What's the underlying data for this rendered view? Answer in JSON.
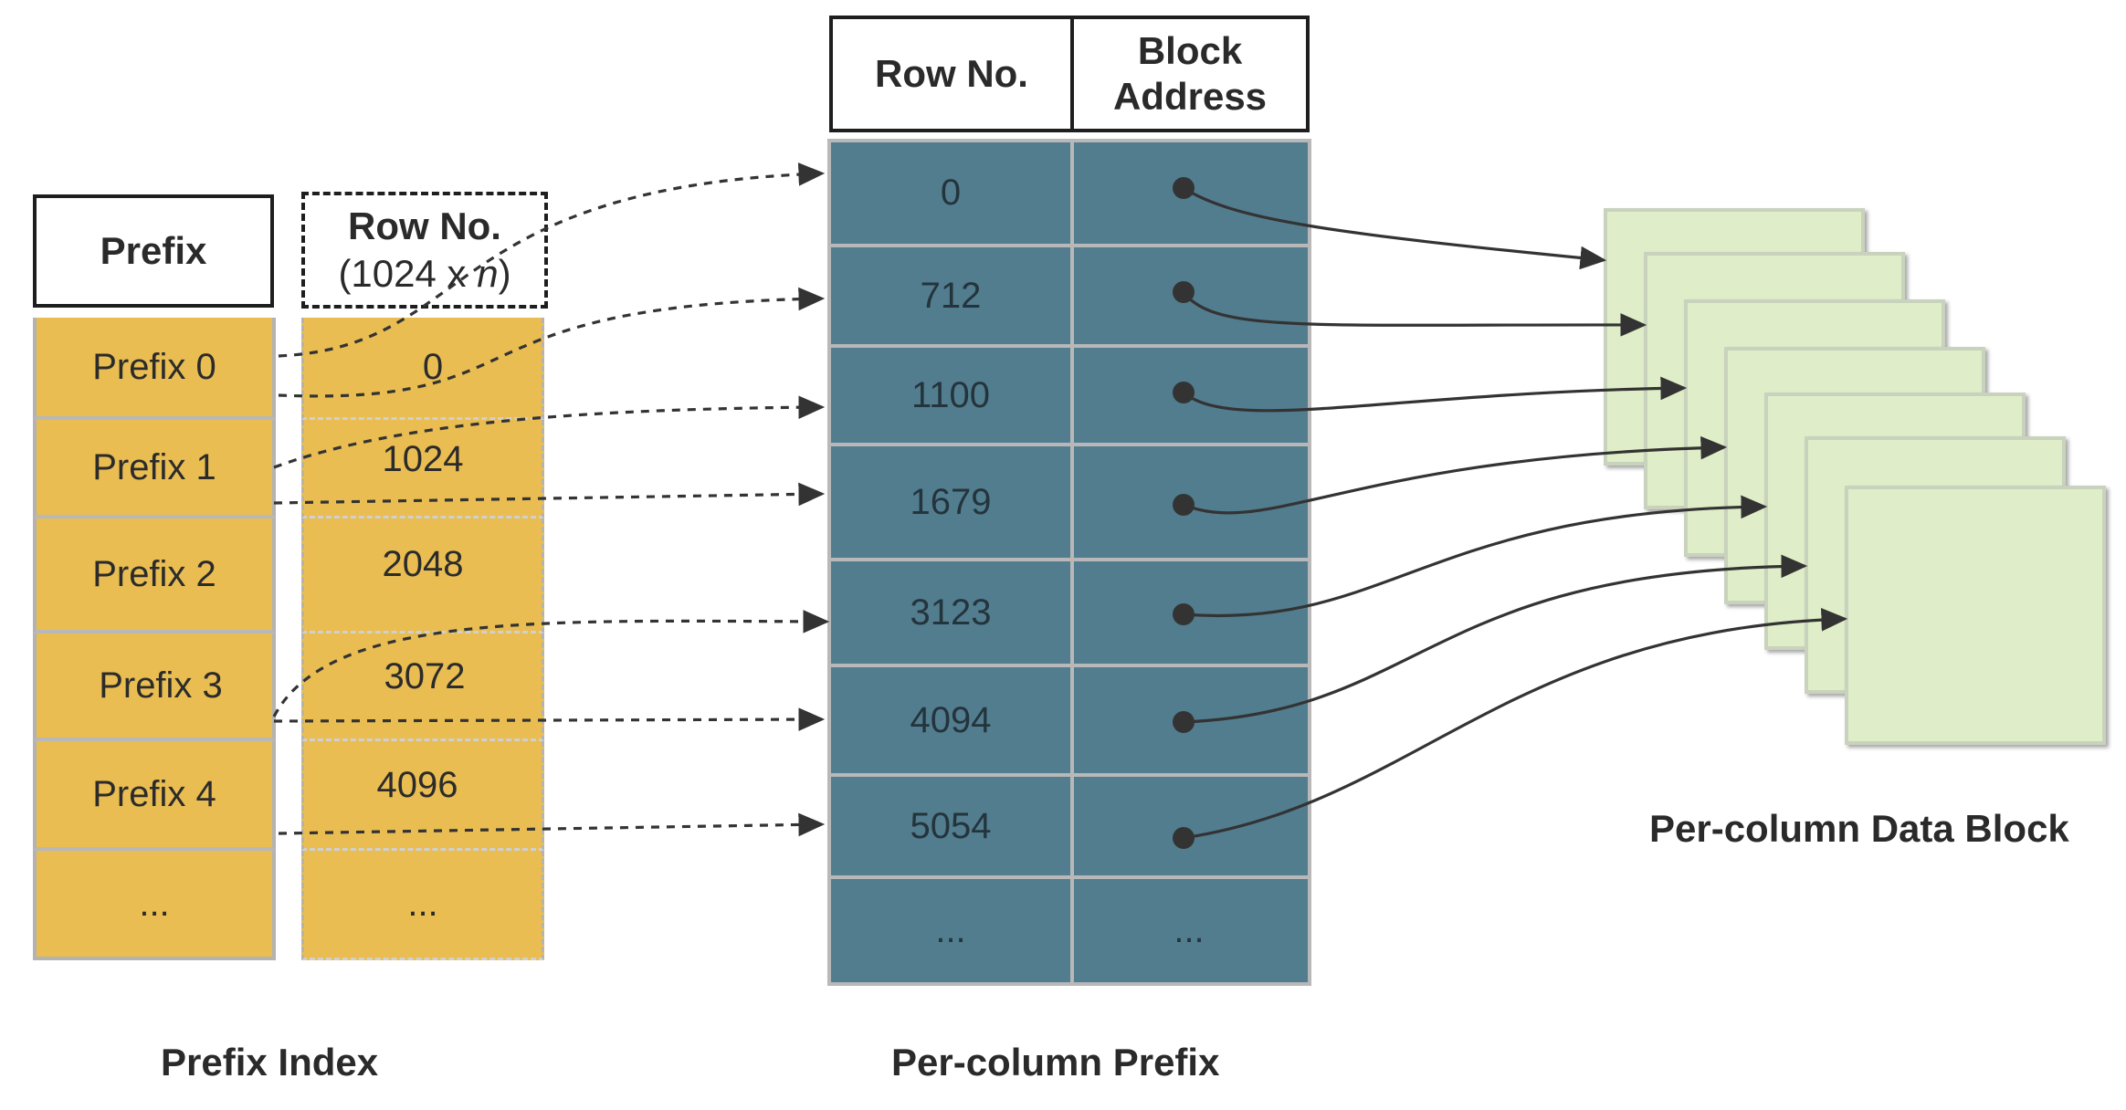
{
  "prefix_index": {
    "header_prefix": "Prefix",
    "header_rowno_line1": "Row No.",
    "header_rowno_line2_a": "(1024 x ",
    "header_rowno_line2_n": "n",
    "header_rowno_line2_b": ")",
    "prefixes": [
      "Prefix 0",
      "Prefix 1",
      "Prefix 2",
      "Prefix 3",
      "Prefix 4",
      "..."
    ],
    "row_numbers": [
      "0",
      "1024",
      "2048",
      "3072",
      "4096",
      "..."
    ],
    "caption": "Prefix Index"
  },
  "per_column_prefix": {
    "header_rowno": "Row No.",
    "header_block_line1": "Block",
    "header_block_line2": "Address",
    "rows": [
      "0",
      "712",
      "1100",
      "1679",
      "3123",
      "4094",
      "5054",
      "..."
    ],
    "last_address": "...",
    "caption": "Per-column Prefix"
  },
  "data_block": {
    "caption": "Per-column Data Block"
  },
  "colors": {
    "prefix_fill": "#e9bd52",
    "per_column_fill": "#527d8f",
    "data_block_fill": "#dfeec8",
    "line": "#333333"
  }
}
